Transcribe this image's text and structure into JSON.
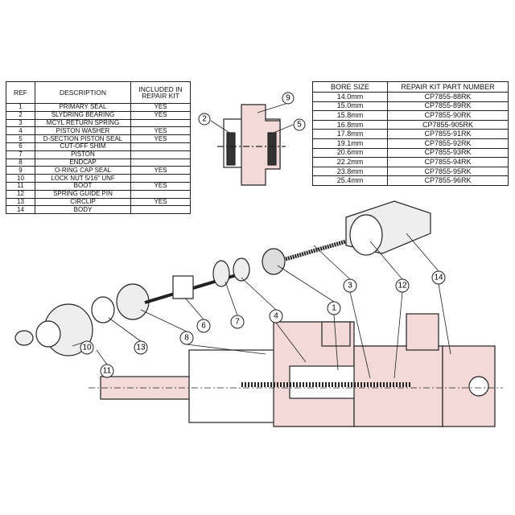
{
  "parts_table": {
    "headers": [
      "REF",
      "DESCRIPTION",
      "INCLUDED IN REPAIR KIT"
    ],
    "rows": [
      {
        "ref": "1",
        "description": "PRIMARY SEAL",
        "kit": "YES"
      },
      {
        "ref": "2",
        "description": "SLYDRING BEARING",
        "kit": "YES"
      },
      {
        "ref": "3",
        "description": "MCYL RETURN SPRING",
        "kit": ""
      },
      {
        "ref": "4",
        "description": "PISTON WASHER",
        "kit": "YES"
      },
      {
        "ref": "5",
        "description": "D-SECTION PISTON SEAL",
        "kit": "YES"
      },
      {
        "ref": "6",
        "description": "CUT-OFF SHIM",
        "kit": ""
      },
      {
        "ref": "7",
        "description": "PISTON",
        "kit": ""
      },
      {
        "ref": "8",
        "description": "ENDCAP",
        "kit": ""
      },
      {
        "ref": "9",
        "description": "O-RING CAP SEAL",
        "kit": "YES"
      },
      {
        "ref": "10",
        "description": "LOCK NUT 5/16\" UNF",
        "kit": ""
      },
      {
        "ref": "11",
        "description": "BOOT",
        "kit": "YES"
      },
      {
        "ref": "12",
        "description": "SPRING GUIDE PIN",
        "kit": ""
      },
      {
        "ref": "13",
        "description": "CIRCLIP",
        "kit": "YES"
      },
      {
        "ref": "14",
        "description": "BODY",
        "kit": ""
      }
    ]
  },
  "bore_table": {
    "headers": [
      "BORE SIZE",
      "REPAIR KIT PART NUMBER"
    ],
    "rows": [
      {
        "bore": "14.0mm",
        "part": "CP7855-88RK"
      },
      {
        "bore": "15.0mm",
        "part": "CP7855-89RK"
      },
      {
        "bore": "15.8mm",
        "part": "CP7855-90RK"
      },
      {
        "bore": "16.8mm",
        "part": "CP7855-905RK"
      },
      {
        "bore": "17.8mm",
        "part": "CP7855-91RK"
      },
      {
        "bore": "19.1mm",
        "part": "CP7855-92RK"
      },
      {
        "bore": "20.6mm",
        "part": "CP7855-93RK"
      },
      {
        "bore": "22.2mm",
        "part": "CP7855-94RK"
      },
      {
        "bore": "23.8mm",
        "part": "CP7855-95RK"
      },
      {
        "bore": "25.4mm",
        "part": "CP7855-96RK"
      }
    ]
  },
  "callouts": {
    "detail": [
      "9",
      "2",
      "5"
    ],
    "main": [
      "1",
      "3",
      "12",
      "14",
      "4",
      "7",
      "6",
      "8",
      "13",
      "10",
      "11"
    ]
  }
}
